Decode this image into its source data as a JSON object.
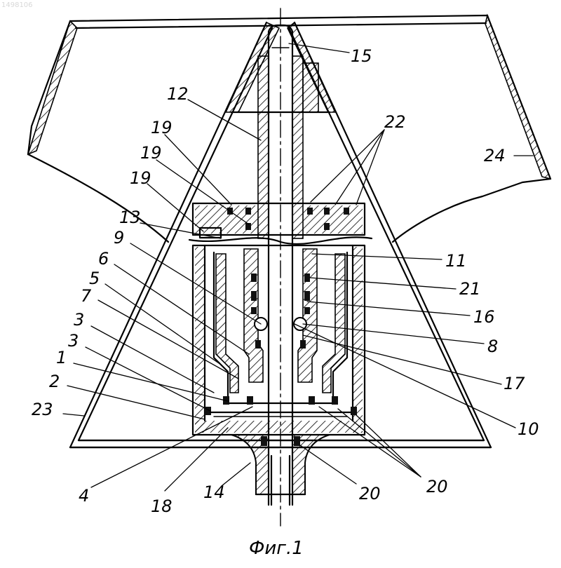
{
  "watermark": "1498106",
  "caption": "Фиг.1",
  "labels": {
    "l15": "15",
    "l12": "12",
    "l22": "22",
    "l24": "24",
    "l19a": "19",
    "l19b": "19",
    "l19c": "19",
    "l13": "13",
    "l9": "9",
    "l6": "6",
    "l5": "5",
    "l7": "7",
    "l3a": "3",
    "l3b": "3",
    "l1": "1",
    "l2": "2",
    "l23": "23",
    "l11": "11",
    "l21": "21",
    "l16": "16",
    "l8": "8",
    "l17": "17",
    "l10": "10",
    "l4": "4",
    "l18": "18",
    "l14": "14",
    "l20a": "20",
    "l20b": "20"
  }
}
